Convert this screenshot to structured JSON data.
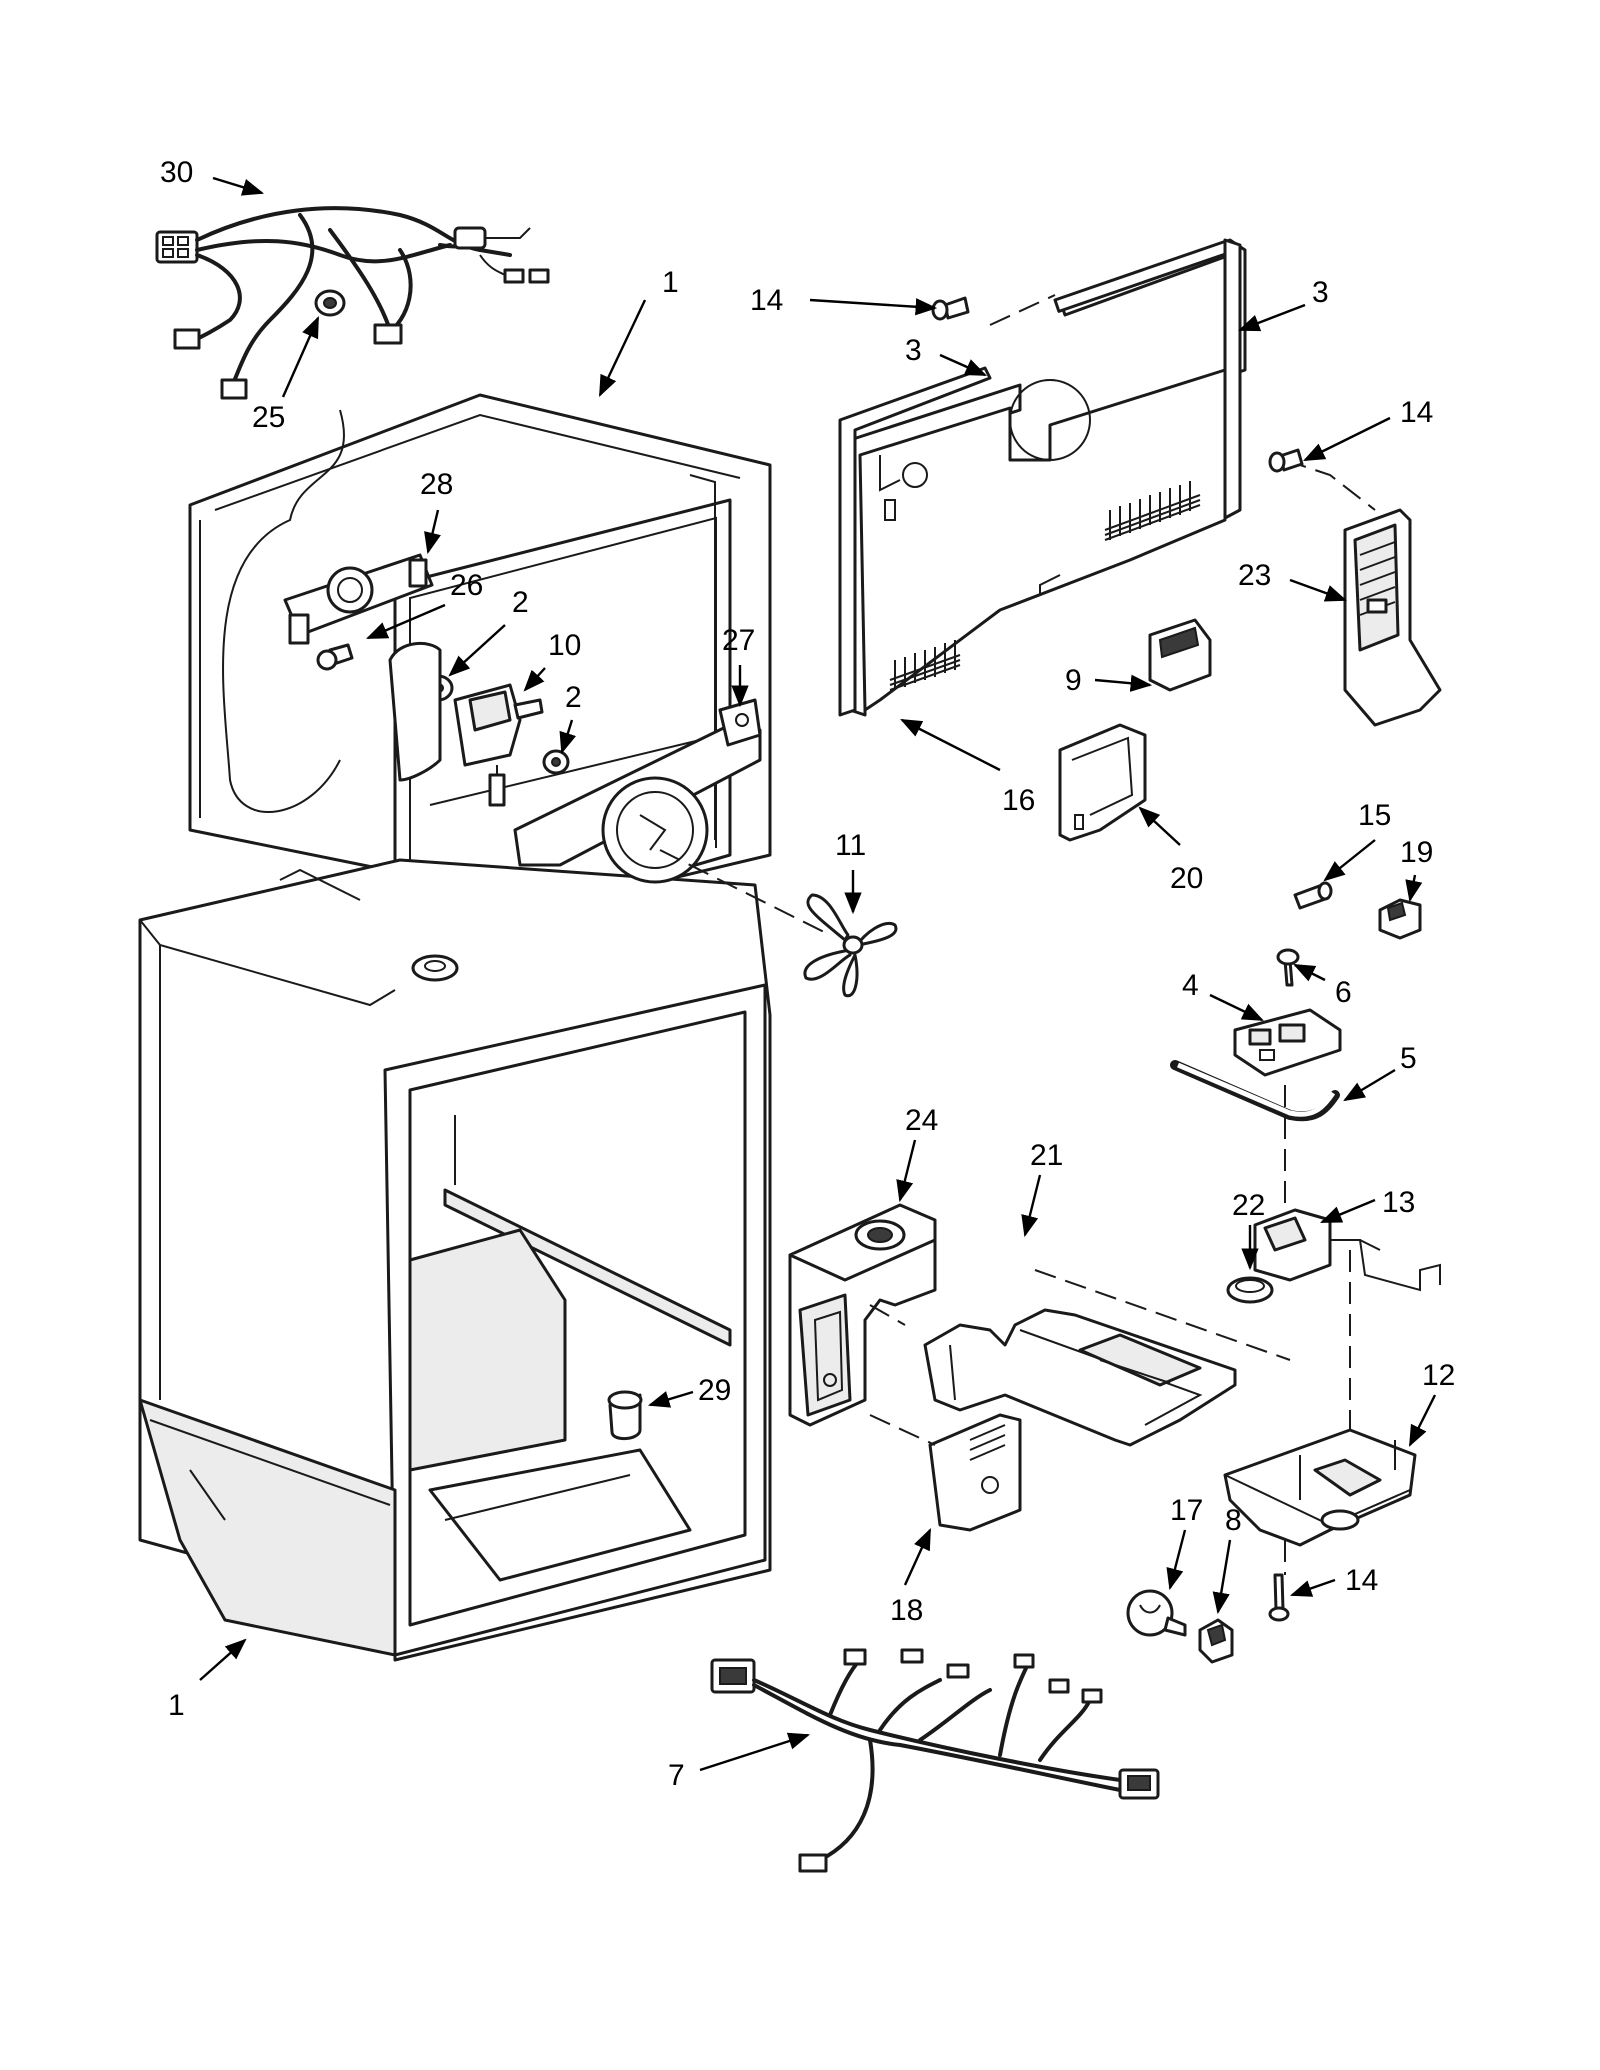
{
  "callouts": [
    {
      "id": "c30a",
      "text": "30"
    },
    {
      "id": "c25",
      "text": "25"
    },
    {
      "id": "c1a",
      "text": "1"
    },
    {
      "id": "c28",
      "text": "28"
    },
    {
      "id": "c26",
      "text": "26"
    },
    {
      "id": "c2a",
      "text": "2"
    },
    {
      "id": "c10",
      "text": "10"
    },
    {
      "id": "c2b",
      "text": "2"
    },
    {
      "id": "c27",
      "text": "27"
    },
    {
      "id": "c11",
      "text": "11"
    },
    {
      "id": "c14a",
      "text": "14"
    },
    {
      "id": "c3a",
      "text": "3"
    },
    {
      "id": "c3b",
      "text": "3"
    },
    {
      "id": "c14b",
      "text": "14"
    },
    {
      "id": "c23",
      "text": "23"
    },
    {
      "id": "c9",
      "text": "9"
    },
    {
      "id": "c16",
      "text": "16"
    },
    {
      "id": "c20",
      "text": "20"
    },
    {
      "id": "c15",
      "text": "15"
    },
    {
      "id": "c19",
      "text": "19"
    },
    {
      "id": "c6",
      "text": "6"
    },
    {
      "id": "c4",
      "text": "4"
    },
    {
      "id": "c5",
      "text": "5"
    },
    {
      "id": "c24",
      "text": "24"
    },
    {
      "id": "c21",
      "text": "21"
    },
    {
      "id": "c22",
      "text": "22"
    },
    {
      "id": "c13",
      "text": "13"
    },
    {
      "id": "c12",
      "text": "12"
    },
    {
      "id": "c29",
      "text": "29"
    },
    {
      "id": "c17",
      "text": "17"
    },
    {
      "id": "c8",
      "text": "8"
    },
    {
      "id": "c14c",
      "text": "14"
    },
    {
      "id": "c18",
      "text": "18"
    },
    {
      "id": "c1b",
      "text": "1"
    },
    {
      "id": "c7",
      "text": "7"
    }
  ]
}
